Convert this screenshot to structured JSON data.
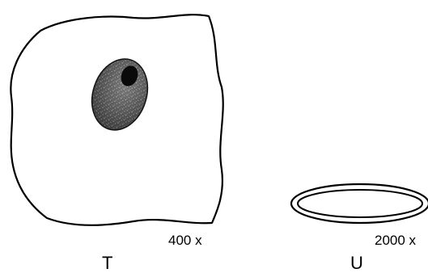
{
  "figure": {
    "panel_t": {
      "label": "T",
      "magnification": "400 x"
    },
    "panel_u": {
      "label": "U",
      "magnification": "2000 x"
    }
  },
  "colors": {
    "ink": "#000000",
    "background": "#ffffff",
    "nucleus_dark": "#222222",
    "nucleus_mid": "#6e6e6e"
  }
}
